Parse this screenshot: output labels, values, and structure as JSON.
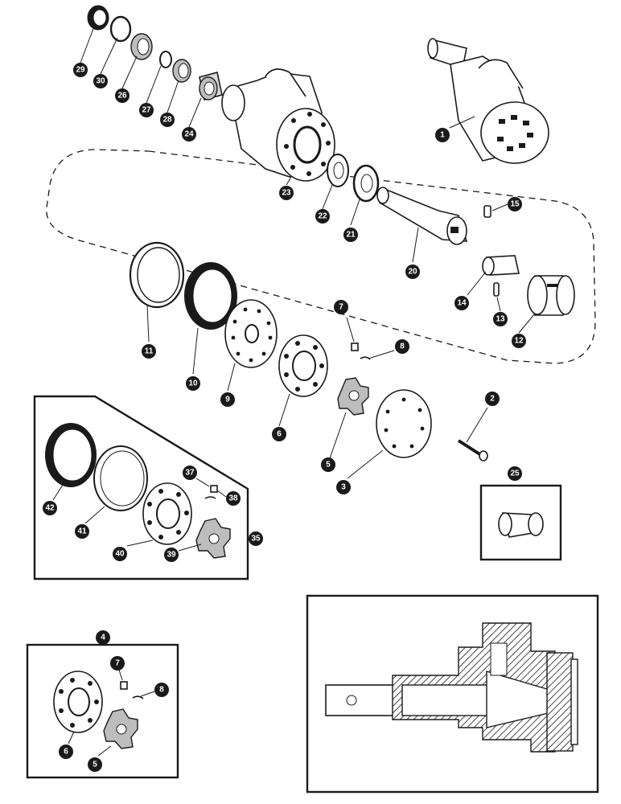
{
  "callouts": [
    {
      "id": "c29",
      "label": "29"
    },
    {
      "id": "c30",
      "label": "30"
    },
    {
      "id": "c26",
      "label": "26"
    },
    {
      "id": "c27",
      "label": "27"
    },
    {
      "id": "c28",
      "label": "28"
    },
    {
      "id": "c24",
      "label": "24"
    },
    {
      "id": "c1",
      "label": "1"
    },
    {
      "id": "c23",
      "label": "23"
    },
    {
      "id": "c22",
      "label": "22"
    },
    {
      "id": "c21",
      "label": "21"
    },
    {
      "id": "c15",
      "label": "15"
    },
    {
      "id": "c20",
      "label": "20"
    },
    {
      "id": "c14",
      "label": "14"
    },
    {
      "id": "c13",
      "label": "13"
    },
    {
      "id": "c12",
      "label": "12"
    },
    {
      "id": "c11",
      "label": "11"
    },
    {
      "id": "c10",
      "label": "10"
    },
    {
      "id": "c9",
      "label": "9"
    },
    {
      "id": "c7",
      "label": "7"
    },
    {
      "id": "c8",
      "label": "8"
    },
    {
      "id": "c6",
      "label": "6"
    },
    {
      "id": "c5",
      "label": "5"
    },
    {
      "id": "c3",
      "label": "3"
    },
    {
      "id": "c2",
      "label": "2"
    },
    {
      "id": "c25",
      "label": "25"
    },
    {
      "id": "c42",
      "label": "42"
    },
    {
      "id": "c41",
      "label": "41"
    },
    {
      "id": "c40",
      "label": "40"
    },
    {
      "id": "c39",
      "label": "39"
    },
    {
      "id": "c37",
      "label": "37"
    },
    {
      "id": "c38",
      "label": "38"
    },
    {
      "id": "c35",
      "label": "35"
    },
    {
      "id": "c4",
      "label": "4"
    },
    {
      "id": "c7b",
      "label": "7"
    },
    {
      "id": "c8b",
      "label": "8"
    },
    {
      "id": "c6b",
      "label": "6"
    },
    {
      "id": "c5b",
      "label": "5"
    }
  ]
}
